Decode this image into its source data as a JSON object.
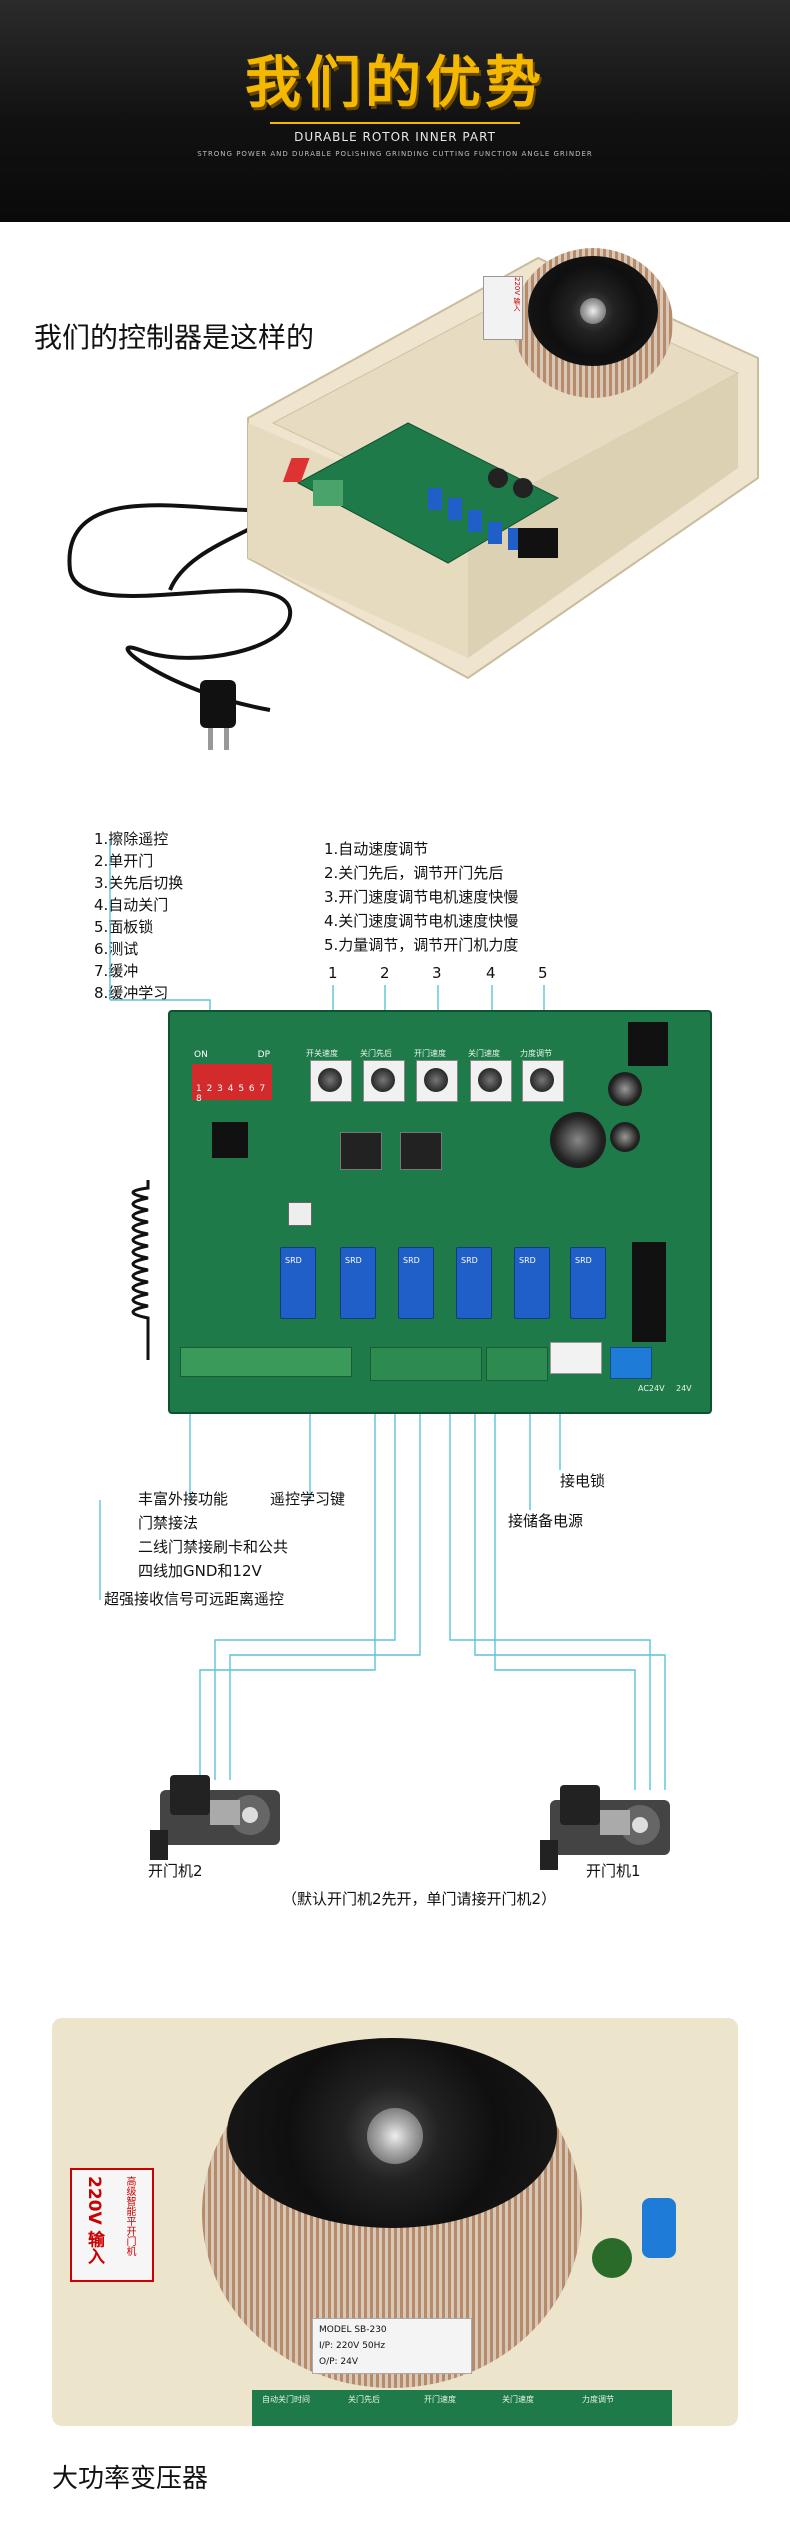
{
  "banner": {
    "title": "我们的优势",
    "subtitle": "DURABLE ROTOR INNER PART",
    "tagline": "STRONG POWER AND DURABLE POLISHING GRINDING CUTTING FUNCTION ANGLE GRINDER"
  },
  "section1": {
    "heading": "我们的控制器是这样的",
    "transformer_label": "220V 输入",
    "module_label": "高级智能平开门机"
  },
  "diagram": {
    "dip_functions": [
      "1.擦除遥控",
      "2.单开门",
      "3.关先后切换",
      "4.自动关门",
      "5.面板锁",
      "6.测试",
      "7.缓冲",
      "8.缓冲学习"
    ],
    "knob_functions": [
      "1.自动速度调节",
      "2.关门先后，调节开门先后",
      "3.开门速度调节电机速度快慢",
      "4.关门速度调节电机速度快慢",
      "5.力量调节，调节开门机力度"
    ],
    "knob_numbers": [
      "1",
      "2",
      "3",
      "4",
      "5"
    ],
    "dip_on": "ON",
    "dip_dp": "DP",
    "dip_digits": "1 2 3 4 5 6 7 8",
    "relay_text": "SRD",
    "board_marks": [
      "开关速度",
      "关门先后",
      "开门速度",
      "关门速度",
      "力度调节"
    ],
    "terminal_marks": [
      "AC24V",
      "24V"
    ],
    "annotations_left": [
      "丰富外接功能",
      "门禁接法",
      "二线门禁接刷卡和公共",
      "四线加GND和12V"
    ],
    "annotation_remote": "超强接收信号可远距离遥控",
    "annotation_learn_key": "遥控学习键",
    "annotation_lock": "接电锁",
    "annotation_backup": "接储备电源",
    "opener2": "开门机2",
    "opener1": "开门机1",
    "note": "（默认开门机2先开，单门请接开门机2）"
  },
  "section3": {
    "caption": "大功率变压器",
    "label_voltage": "220V 输入",
    "label_brand": "高级智能平开门机",
    "nameplate": [
      "MODEL SB-230",
      "I/P: 220V 50Hz",
      "O/P: 24V"
    ],
    "pcb_marks": [
      "自动关门时间",
      "关门先后",
      "开门速度",
      "关门速度",
      "力度调节"
    ]
  },
  "colors": {
    "accent": "#f5b800",
    "board_green": "#1f7a4a",
    "relay_blue": "#1f5fc7",
    "callout_line": "#5bc3d6"
  }
}
